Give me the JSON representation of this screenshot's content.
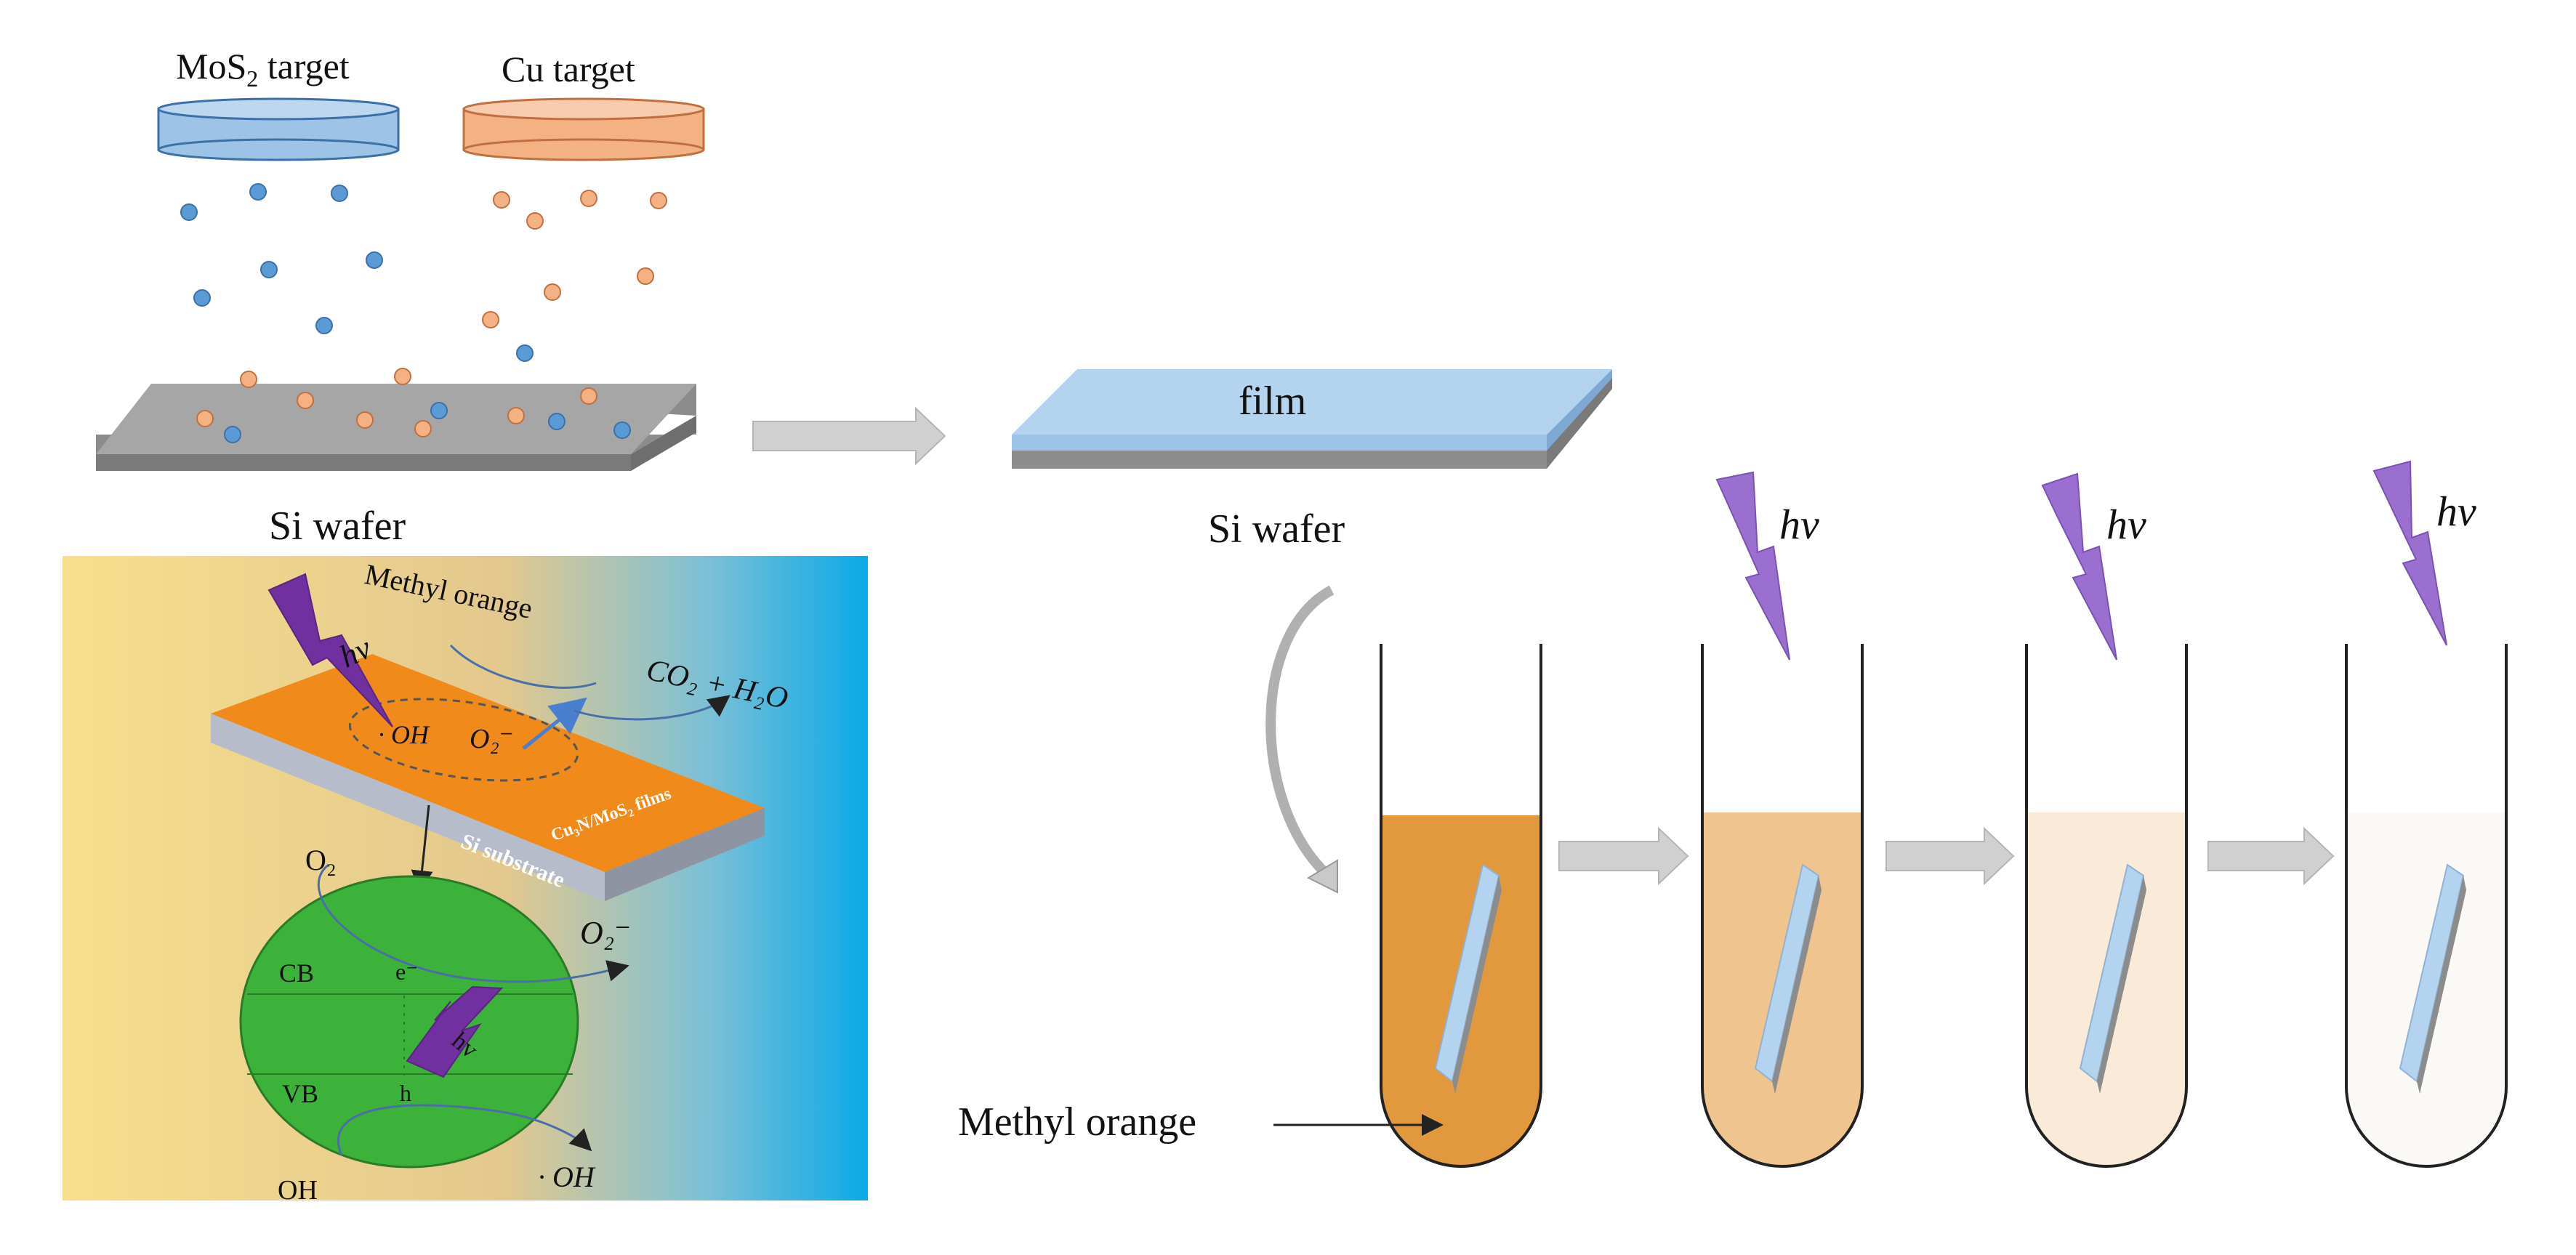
{
  "labels": {
    "mos2_target": "MoS",
    "mos2_target_sub": "2",
    "mos2_target_suffix": " target",
    "cu_target": "Cu target",
    "si_wafer_1": "Si wafer",
    "film": "film",
    "si_wafer_2": "Si wafer",
    "hv": "hv",
    "methyl_orange_pointer": "Methyl orange"
  },
  "inset": {
    "hv_top": "hv",
    "methyl_orange": "Methyl orange",
    "products": "CO₂ + H₂O",
    "oh_radical": "· OH",
    "o2_minus": "O₂⁻",
    "films_label": "Cu₃N/MoS₂ films",
    "substrate_label": "Si substrate",
    "o2": "O₂",
    "cb": "CB",
    "vb": "VB",
    "electron": "e⁻",
    "hole": "h",
    "hv_band": "hv",
    "o2_minus_out": "O₂⁻",
    "oh_in": "OH",
    "oh_out": "· OH"
  },
  "colors": {
    "mos2_particle": "#5b9bd5",
    "cu_particle": "#f4b183",
    "wafer": "#a6a6a6",
    "film": "#b4d3ee",
    "arrow": "#c9c9c9",
    "lightning": "#9b6fd0",
    "orange_solution_1": "#e2983c",
    "orange_solution_2": "#f0c48e",
    "orange_solution_3": "#faebd8",
    "orange_solution_4": "#fdfbf8",
    "band_sphere": "#3cb23a",
    "inset_film": "#f08a1a"
  }
}
